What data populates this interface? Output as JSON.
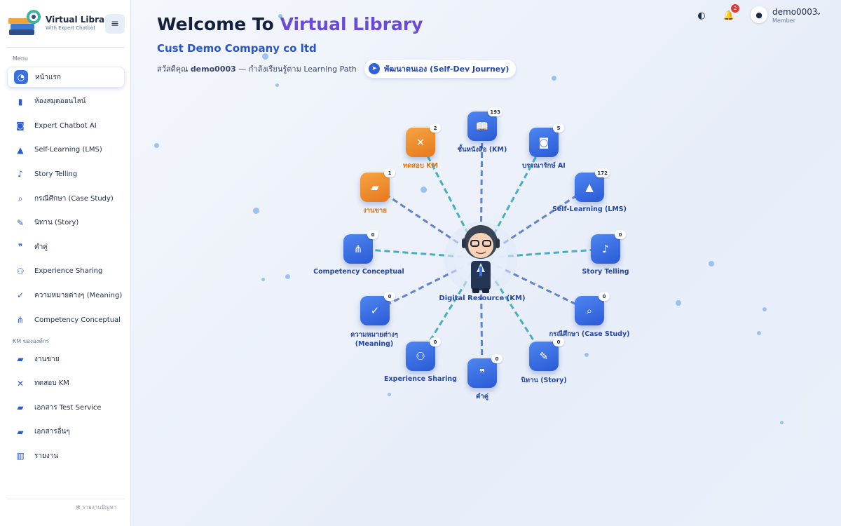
{
  "brand": {
    "title": "Virtual Library",
    "subtitle": "With Expert Chatbot"
  },
  "sidebar": {
    "section1_label": "Menu",
    "menu": [
      {
        "label": "หน้าแรก",
        "icon": "dashboard-icon",
        "glyph": "◔",
        "active": true
      },
      {
        "label": "ห้องสมุดออนไลน์",
        "icon": "book-icon",
        "glyph": "▮"
      },
      {
        "label": "Expert Chatbot AI",
        "icon": "robot-icon",
        "glyph": "◙"
      },
      {
        "label": "Self-Learning (LMS)",
        "icon": "graduation-cap-icon",
        "glyph": "▲"
      },
      {
        "label": "Story Telling",
        "icon": "microphone-icon",
        "glyph": "♪"
      },
      {
        "label": "กรณีศึกษา (Case Study)",
        "icon": "search-doc-icon",
        "glyph": "⌕"
      },
      {
        "label": "นิทาน (Story)",
        "icon": "feather-icon",
        "glyph": "✎"
      },
      {
        "label": "คำคู่",
        "icon": "quote-icon",
        "glyph": "❞"
      },
      {
        "label": "Experience Sharing",
        "icon": "people-icon",
        "glyph": "⚇"
      },
      {
        "label": "ความหมายต่างๆ (Meaning)",
        "icon": "spellcheck-icon",
        "glyph": "✓"
      },
      {
        "label": "Competency Conceptual",
        "icon": "share-nodes-icon",
        "glyph": "⋔"
      }
    ],
    "section2_label": "KM ขององค์กร",
    "km": [
      {
        "label": "งานขาย",
        "icon": "folder-icon",
        "glyph": "▰"
      },
      {
        "label": "ทดสอบ KM",
        "icon": "tools-icon",
        "glyph": "✕"
      },
      {
        "label": "เอกสาร Test Service",
        "icon": "folder-icon",
        "glyph": "▰"
      },
      {
        "label": "เอกสารอื่นๆ",
        "icon": "folder-icon",
        "glyph": "▰"
      },
      {
        "label": "รายงาน",
        "icon": "bar-chart-icon",
        "glyph": "▥"
      }
    ],
    "footer": "รายงานปัญหา"
  },
  "header": {
    "welcome": "Welcome To ",
    "welcome_accent": "Virtual Library",
    "company": "Cust Demo Company co ltd",
    "greeting_prefix": "สวัสดีคุณ ",
    "greeting_user": "demo0003",
    "greeting_suffix": " — กำลังเรียนรู้ตาม Learning Path",
    "path_pill": "พัฒนาตนเอง (Self-Dev Journey)"
  },
  "topbar": {
    "notification_count": "2",
    "username": "demo0003",
    "role": "Member"
  },
  "hub": {
    "label": "Digital Resource (KM)"
  },
  "nodes": [
    {
      "label": "ชั้นหนังสือ (KM)",
      "count": "193",
      "color": "blue",
      "glyph": "📖",
      "icon": "book-open-icon"
    },
    {
      "label": "บรรณารักษ์ AI",
      "count": "5",
      "color": "blue",
      "glyph": "◙",
      "icon": "robot-icon"
    },
    {
      "label": "Self-Learning (LMS)",
      "count": "172",
      "color": "blue",
      "glyph": "▲",
      "icon": "graduation-cap-icon"
    },
    {
      "label": "Story Telling",
      "count": "0",
      "color": "blue",
      "glyph": "♪",
      "icon": "microphone-icon"
    },
    {
      "label": "กรณีศึกษา (Case Study)",
      "count": "0",
      "color": "blue",
      "glyph": "⌕",
      "icon": "search-doc-icon"
    },
    {
      "label": "นิทาน (Story)",
      "count": "0",
      "color": "blue",
      "glyph": "✎",
      "icon": "feather-icon"
    },
    {
      "label": "คำคู่",
      "count": "0",
      "color": "blue",
      "glyph": "❞",
      "icon": "quote-icon"
    },
    {
      "label": "Experience Sharing",
      "count": "0",
      "color": "blue",
      "glyph": "⚇",
      "icon": "people-icon"
    },
    {
      "label": "ความหมายต่างๆ\n(Meaning)",
      "count": "0",
      "color": "blue",
      "glyph": "✓",
      "icon": "spellcheck-icon"
    },
    {
      "label": "Competency Conceptual",
      "count": "0",
      "color": "blue",
      "glyph": "⋔",
      "icon": "share-nodes-icon"
    },
    {
      "label": "งานขาย",
      "count": "1",
      "color": "orange",
      "glyph": "▰",
      "icon": "folder-icon"
    },
    {
      "label": "ทดสอบ KM",
      "count": "2",
      "color": "orange",
      "glyph": "✕",
      "icon": "tools-icon"
    }
  ]
}
